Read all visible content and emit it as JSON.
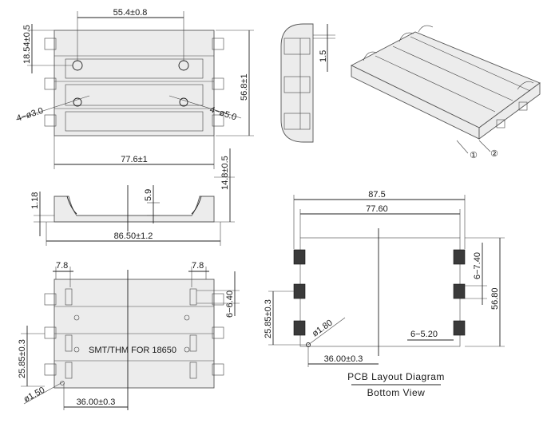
{
  "top_view": {
    "dim_pitch_top": "55.4±0.8",
    "dim_offset_left": "18.54±0.5",
    "dim_height_right": "56.8±1",
    "dim_width": "77.6±1",
    "hole_small": "4−ø3.0",
    "hole_large": "4−ø5.0"
  },
  "side_view": {
    "dim_thickness": "1.5"
  },
  "front_view": {
    "dim_base": "1.18",
    "dim_slot": "5.9",
    "dim_height": "14.8±0.5",
    "dim_length": "86.50±1.2"
  },
  "iso_view": {
    "callout_1": "①",
    "callout_2": "②"
  },
  "bottom_view": {
    "dim_tab_left": "7.8",
    "dim_tab_right": "7.8",
    "dim_pitch": "6−6.40",
    "dim_row_pitch": "25.85±0.3",
    "dim_hole": "ø1.50",
    "dim_center": "36.00±0.3",
    "label": "SMT/THM FOR 18650"
  },
  "pcb_layout": {
    "dim_outer": "87.5",
    "dim_inner": "77.60",
    "dim_pad_pitch": "6−7.40",
    "dim_height": "56.80",
    "dim_row_pitch": "25.85±0.3",
    "dim_hole": "ø1.80",
    "dim_pad_width": "6−5.20",
    "dim_center": "36.00±0.3",
    "caption_title": "PCB Layout Diagram",
    "caption_sub": "Bottom View"
  }
}
